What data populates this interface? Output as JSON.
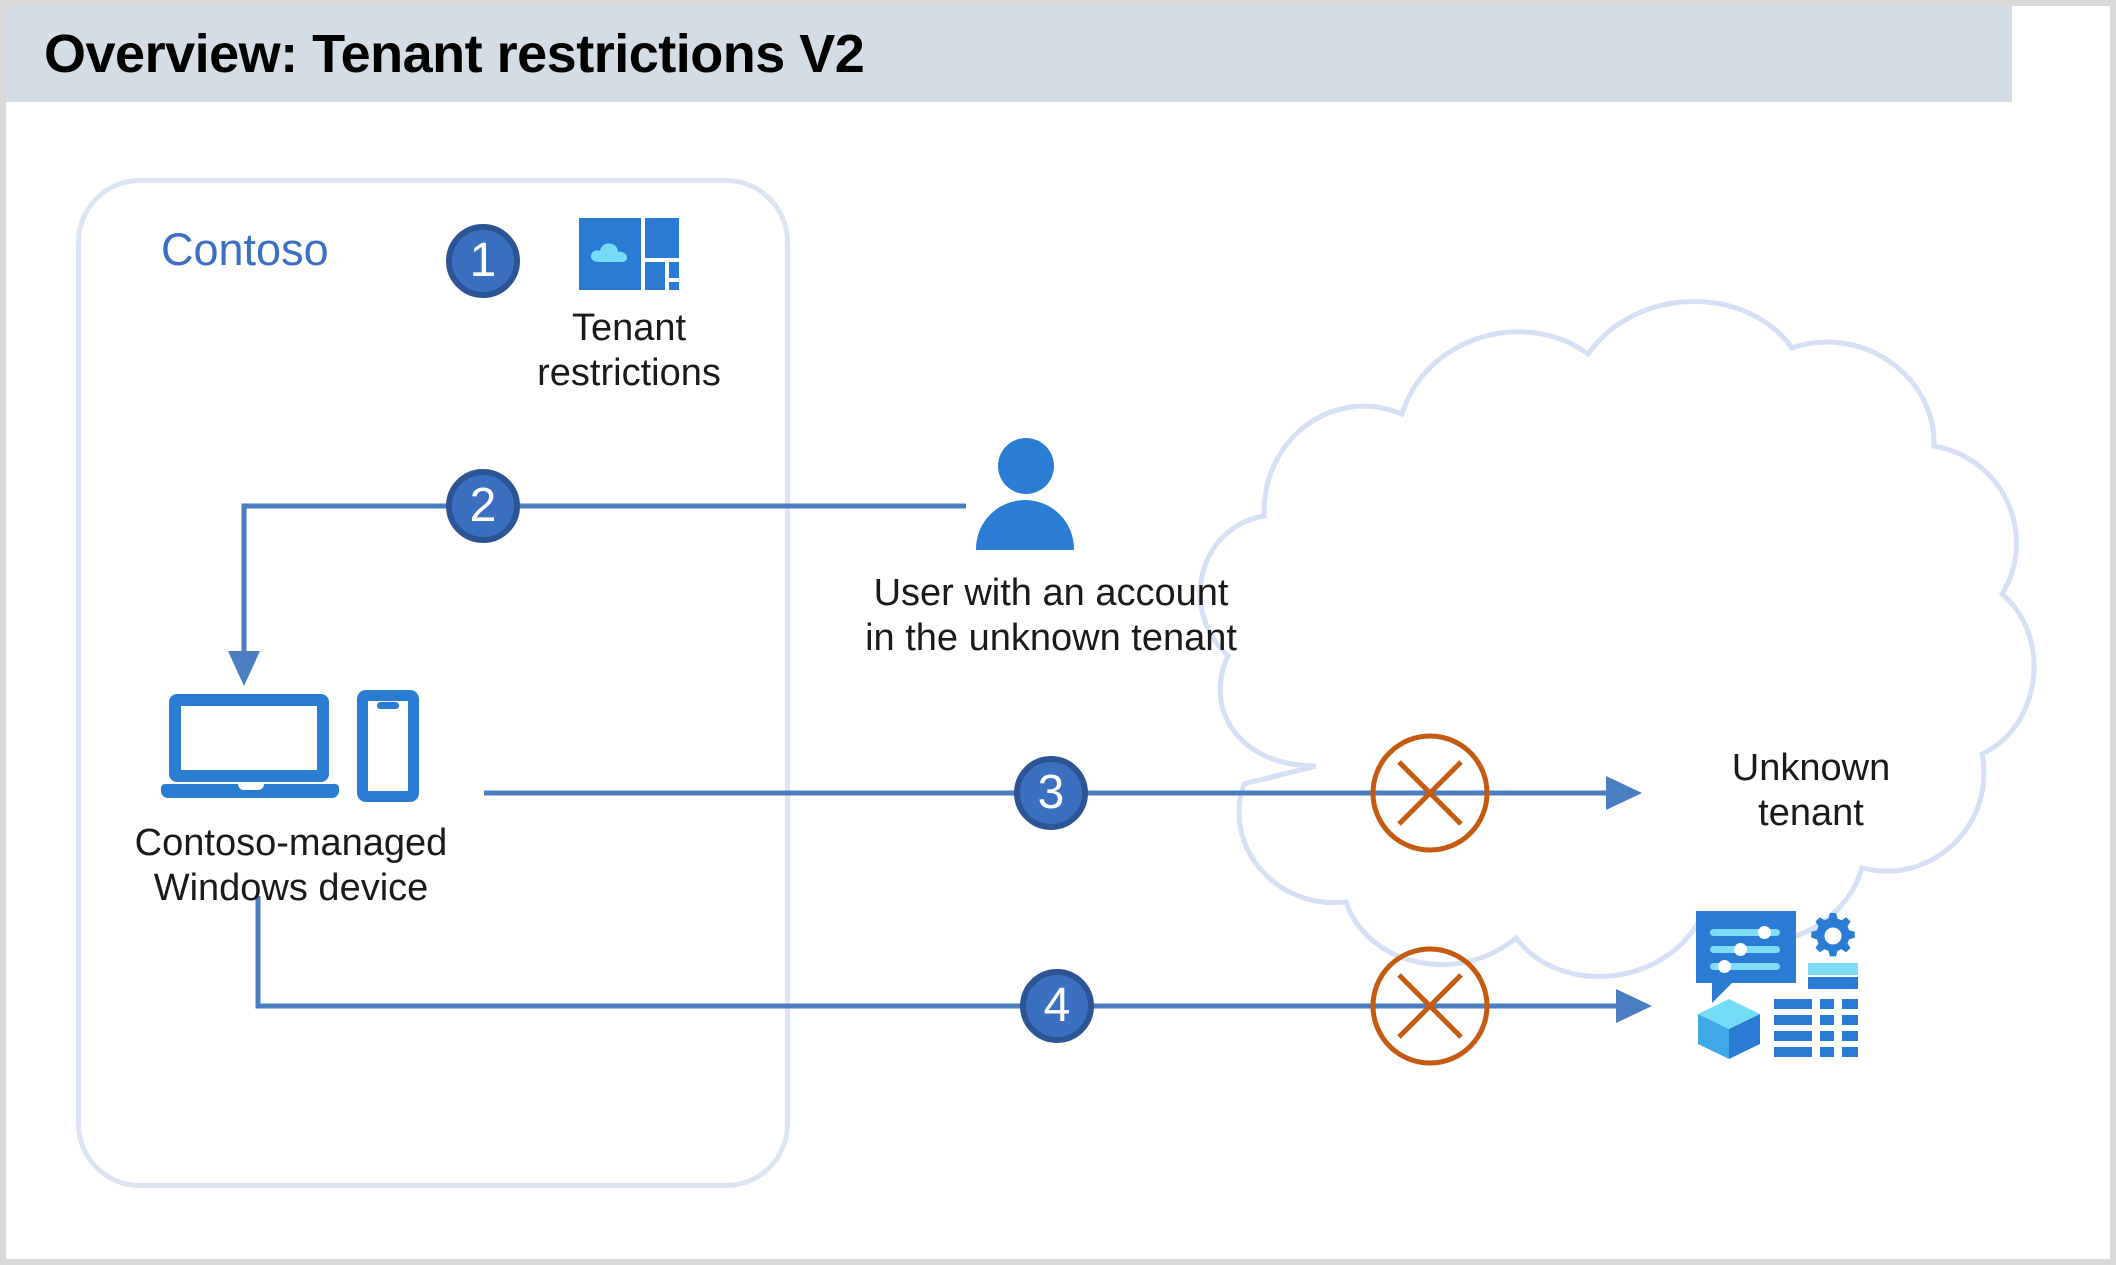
{
  "header": {
    "title": "Overview: Tenant restrictions V2",
    "bar_color": "#d4dce6"
  },
  "diagram": {
    "type": "flow-diagram",
    "boundary": {
      "name": "Contoso",
      "label": "Contoso",
      "border_color": "#dde5f3",
      "label_color": "#3a6fc4"
    },
    "steps": [
      {
        "number": "1",
        "label": "Tenant restrictions",
        "icon": "tenant-restrictions-icon"
      },
      {
        "number": "2",
        "label": "",
        "icon": "arrow-down"
      },
      {
        "number": "3",
        "label": "",
        "icon": "arrow-right"
      },
      {
        "number": "4",
        "label": "",
        "icon": "arrow-right"
      }
    ],
    "nodes": [
      {
        "id": "tenant-restrictions",
        "label": "Tenant\nrestrictions"
      },
      {
        "id": "user",
        "label": "User with an account\nin the unknown tenant"
      },
      {
        "id": "device",
        "label": "Contoso-managed\nWindows device"
      },
      {
        "id": "unknown-tenant",
        "label": "Unknown\ntenant"
      },
      {
        "id": "unknown-tenant-resources",
        "label": ""
      }
    ],
    "blocked_markers": [
      {
        "id": "block-1",
        "symbol": "X",
        "color": "#c55a11"
      },
      {
        "id": "block-2",
        "symbol": "X",
        "color": "#c55a11"
      }
    ],
    "cloud": {
      "label": "",
      "outline_color": "#d6e1f5"
    },
    "colors": {
      "badge_fill": "#3b6fc0",
      "badge_border": "#2c5596",
      "connector": "#4a7ec0",
      "icon_blue": "#2b7cd3",
      "icon_light_blue": "#7fdcf7",
      "block_orange": "#c55a11",
      "text": "#1a1a1a"
    }
  }
}
